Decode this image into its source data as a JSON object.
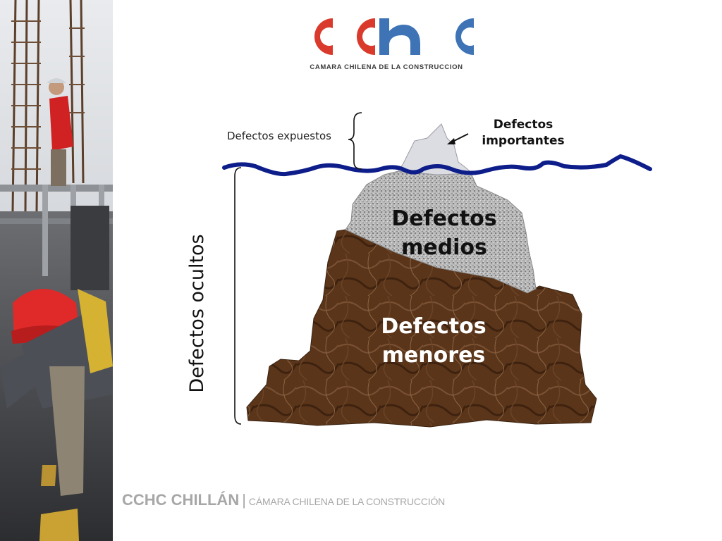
{
  "logo": {
    "mark": "cchc",
    "subtitle": "CAMARA CHILENA DE LA CONSTRUCCION",
    "colors": {
      "red": "#d93a2b",
      "blue": "#3e73b6"
    }
  },
  "diagram": {
    "label_expuestos": "Defectos expuestos",
    "label_importantes": "Defectos importantes",
    "label_medios": "Defectos medios",
    "label_menores": "Defectos menores",
    "label_ocultos": "Defectos ocultos",
    "colors": {
      "waterline": "#0d1d8a",
      "rock": "#5a3519",
      "granite": "#b9b9b9",
      "peak": "#dcdde2"
    }
  },
  "footer": {
    "title": "CCHC CHILLÁN",
    "separator": "|",
    "subtitle": "CÁMARA CHILENA DE LA CONSTRUCCIÓN"
  }
}
